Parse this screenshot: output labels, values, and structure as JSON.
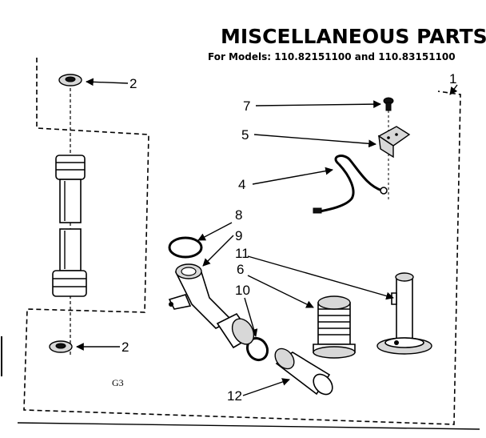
{
  "header": {
    "title": "MISCELLANEOUS PARTS",
    "subtitle": "For Models: 110.82151100 and 110.83151100"
  },
  "callouts": {
    "c1": "1",
    "c2_top": "2",
    "c2_bottom": "2",
    "c4": "4",
    "c5": "5",
    "c6": "6",
    "c7": "7",
    "c8": "8",
    "c9": "9",
    "c10": "10",
    "c11": "11",
    "c12": "12"
  },
  "diagram_code": "G3"
}
